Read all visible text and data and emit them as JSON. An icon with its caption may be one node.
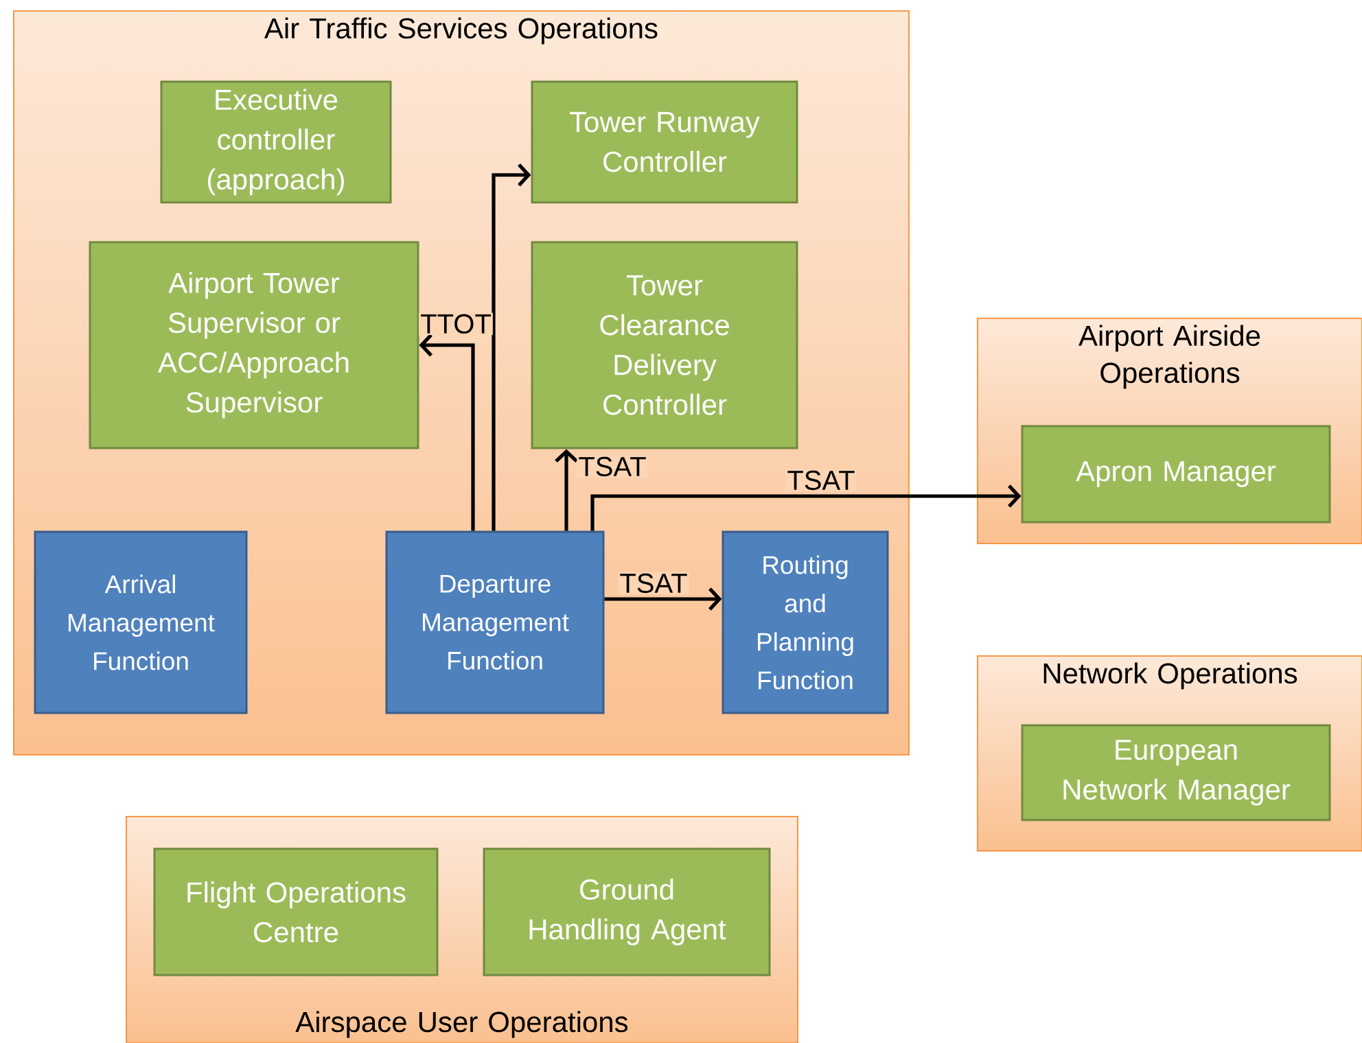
{
  "diagram": {
    "nodes": [
      {
        "text": [
          "Air Traffic Services Operations"
        ]
      },
      {
        "text": [
          "Executive controller (approach)"
        ],
        "in": 0
      },
      {
        "text": [
          "Tower Runway Controller"
        ],
        "in": 0
      },
      {
        "text": [
          "Airport Tower Supervisor or ACC/Approach Supervisor"
        ],
        "in": 0
      },
      {
        "text": [
          "Tower Clearance Delivery Controller"
        ],
        "in": 0
      },
      {
        "text": [
          "Arrival Management Function"
        ],
        "in": 0
      },
      {
        "text": [
          "Departure Management Function"
        ],
        "in": 0
      },
      {
        "text": [
          "Routing and Planning Function"
        ],
        "in": 0
      },
      {
        "text": [
          "Airport Airside Operations"
        ]
      },
      {
        "text": [
          "Apron Manager"
        ],
        "in": 8
      },
      {
        "text": [
          "Network Operations"
        ]
      },
      {
        "text": [
          "European Network Manager"
        ],
        "in": 10
      },
      {
        "text": [
          "Airspace User Operations"
        ]
      },
      {
        "text": [
          "Flight Operations Centre"
        ],
        "in": 12
      },
      {
        "text": [
          "Ground Handling Agent"
        ],
        "in": 12
      }
    ],
    "edges": [
      {
        "from": 6,
        "to": 3,
        "arrow": "to",
        "label": "TTOT"
      },
      {
        "from": 6,
        "to": 2,
        "arrow": "to"
      },
      {
        "from": 6,
        "to": 4,
        "arrow": "to",
        "label": "TSAT"
      },
      {
        "from": 6,
        "to": 9,
        "arrow": "to",
        "label": "TSAT"
      },
      {
        "from": 6,
        "to": 7,
        "arrow": "to",
        "label": "TSAT"
      }
    ]
  }
}
